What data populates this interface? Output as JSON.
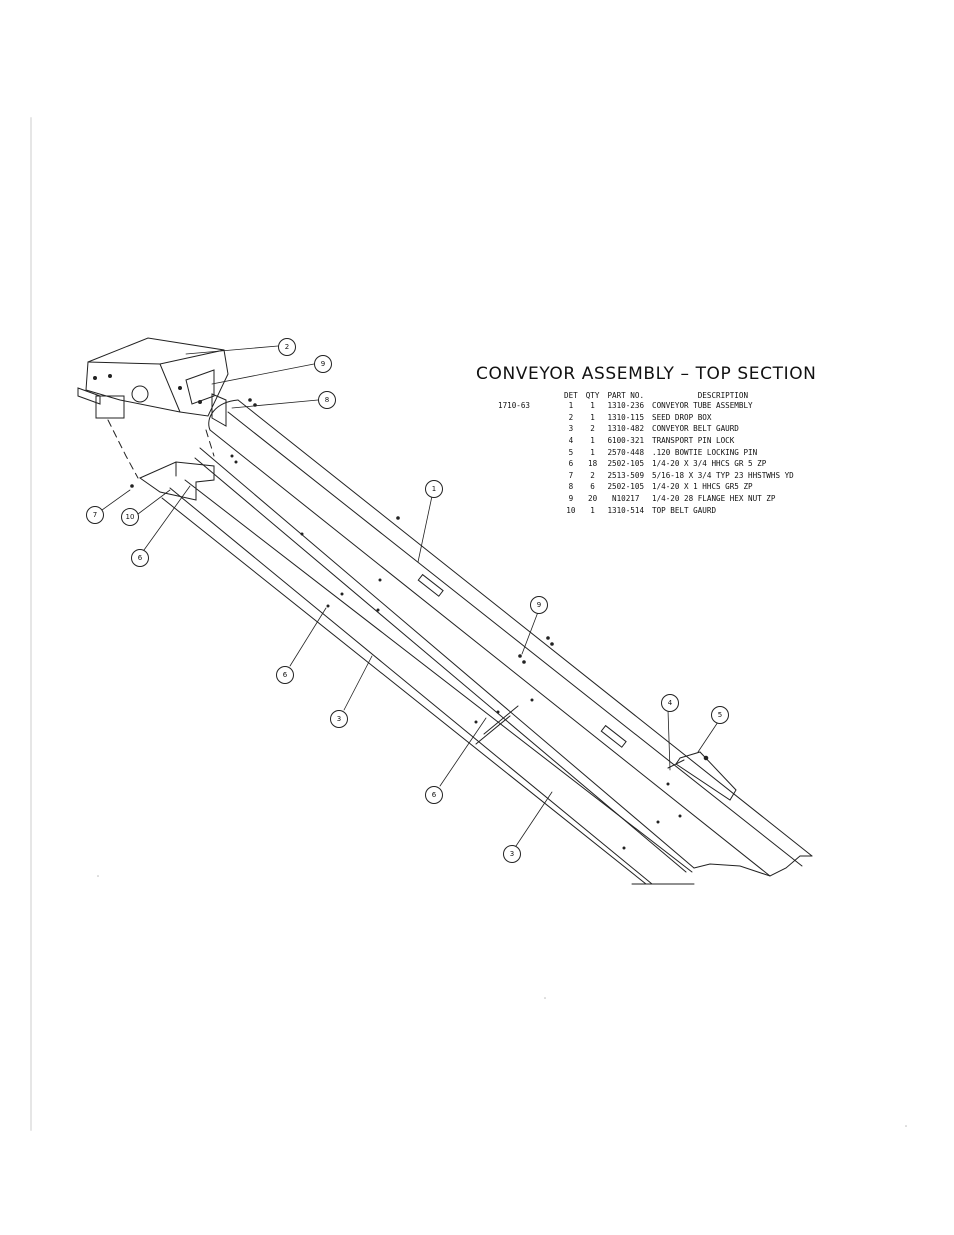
{
  "title": "CONVEYOR ASSEMBLY  –  TOP SECTION",
  "parts_table": {
    "model": "1710-63",
    "headers": {
      "det": "DET",
      "qty": "QTY",
      "part_no": "PART NO.",
      "description": "DESCRIPTION"
    },
    "rows": [
      {
        "det": "1",
        "qty": "1",
        "part_no": "1310-236",
        "description": "CONVEYOR TUBE ASSEMBLY"
      },
      {
        "det": "2",
        "qty": "1",
        "part_no": "1310-115",
        "description": "SEED DROP BOX"
      },
      {
        "det": "3",
        "qty": "2",
        "part_no": "1310-482",
        "description": "CONVEYOR BELT GAURD"
      },
      {
        "det": "4",
        "qty": "1",
        "part_no": "6100-321",
        "description": "TRANSPORT PIN LOCK"
      },
      {
        "det": "5",
        "qty": "1",
        "part_no": "2570-448",
        "description": ".120 BOWTIE LOCKING PIN"
      },
      {
        "det": "6",
        "qty": "18",
        "part_no": "2502-105",
        "description": "1/4-20 X 3/4 HHCS GR 5 ZP"
      },
      {
        "det": "7",
        "qty": "2",
        "part_no": "2513-509",
        "description": "5/16-18 X 3/4 TYP 23 HHSTWHS YD"
      },
      {
        "det": "8",
        "qty": "6",
        "part_no": "2502-105",
        "description": "1/4-20 X 1 HHCS GR5 ZP"
      },
      {
        "det": "9",
        "qty": "20",
        "part_no": "N10217",
        "description": "1/4-20 28 FLANGE HEX NUT ZP"
      },
      {
        "det": "10",
        "qty": "1",
        "part_no": "1310-514",
        "description": "TOP BELT GAURD"
      }
    ]
  },
  "callouts": {
    "c_2": "2",
    "c_9a": "9",
    "c_8": "8",
    "c_1": "1",
    "c_7": "7",
    "c_10": "10",
    "c_6a": "6",
    "c_9b": "9",
    "c_6b": "6",
    "c_3a": "3",
    "c_4": "4",
    "c_5": "5",
    "c_6c": "6",
    "c_3b": "3"
  }
}
